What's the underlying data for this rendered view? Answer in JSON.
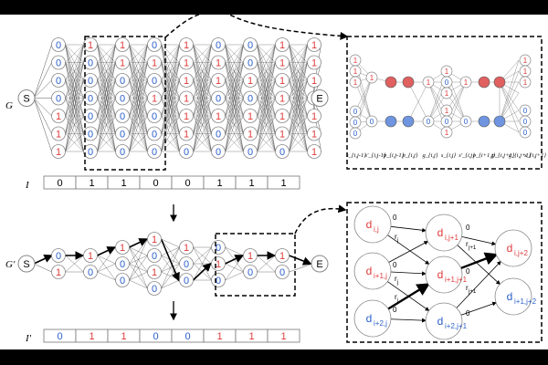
{
  "top_graph": {
    "label": "G",
    "start": "S",
    "end": "E",
    "columns": [
      [
        "0",
        "0",
        "0",
        "0",
        "1",
        "1",
        "1"
      ],
      [
        "1",
        "0",
        "0",
        "0",
        "0",
        "0",
        "0"
      ],
      [
        "1",
        "1",
        "0",
        "0",
        "0",
        "0",
        "0"
      ],
      [
        "0",
        "1",
        "0",
        "1",
        "0",
        "0",
        "0"
      ],
      [
        "1",
        "1",
        "1",
        "1",
        "1",
        "1",
        "0"
      ],
      [
        "0",
        "1",
        "1",
        "0",
        "1",
        "0",
        "0"
      ],
      [
        "0",
        "0",
        "1",
        "0",
        "1",
        "1",
        "0"
      ],
      [
        "1",
        "1",
        "1",
        "1",
        "1",
        "1",
        "0"
      ],
      [
        "1",
        "1",
        "1",
        "0",
        "1",
        "1",
        "1"
      ]
    ]
  },
  "top_input": {
    "label": "I",
    "bits": [
      "0",
      "1",
      "1",
      "0",
      "0",
      "1",
      "1",
      "1"
    ]
  },
  "bottom_graph": {
    "label": "G'",
    "start": "S",
    "end": "E",
    "columns": [
      [
        "0",
        "1"
      ],
      [
        "1",
        "0"
      ],
      [
        "1",
        "0",
        "0"
      ],
      [
        "1",
        "0",
        "1",
        "0"
      ],
      [
        "1",
        "0",
        "0"
      ],
      [
        "0",
        "1",
        "0"
      ],
      [
        "1",
        "0"
      ],
      [
        "1",
        "0"
      ]
    ]
  },
  "bottom_output": {
    "label": "I'",
    "bits": [
      "0",
      "1",
      "1",
      "0",
      "0",
      "1",
      "1",
      "1"
    ]
  },
  "zoom_top": {
    "col_labels": [
      "s_{i,j-1}",
      "s'_{i,j-1}",
      "p_{i,j-1}",
      "p_{i,j}",
      "g_{i,j}",
      "s_{i,j}",
      "s'_{i,j}",
      "p_{i+1,j}",
      "p_{i,j+1}",
      "g_{i,j+1}",
      "s_{i,j+1}"
    ]
  },
  "zoom_bottom": {
    "nodes": [
      {
        "label": "d",
        "sub": "i,j"
      },
      {
        "label": "d",
        "sub": "i+1,j"
      },
      {
        "label": "d",
        "sub": "i+2,j"
      },
      {
        "label": "d",
        "sub": "i,j+1"
      },
      {
        "label": "d",
        "sub": "i+1,j+1"
      },
      {
        "label": "d",
        "sub": "i+2,j+1"
      },
      {
        "label": "d",
        "sub": "i,j+2"
      },
      {
        "label": "d",
        "sub": "i+1,j+2"
      }
    ],
    "edge_zero": "0",
    "edge_r1": "r",
    "edge_r1_sub": "j",
    "edge_r2_sub": "j+1"
  },
  "colors": {
    "red": "#e03a3a",
    "blue": "#2a5fc9",
    "node_stroke": "#888"
  }
}
